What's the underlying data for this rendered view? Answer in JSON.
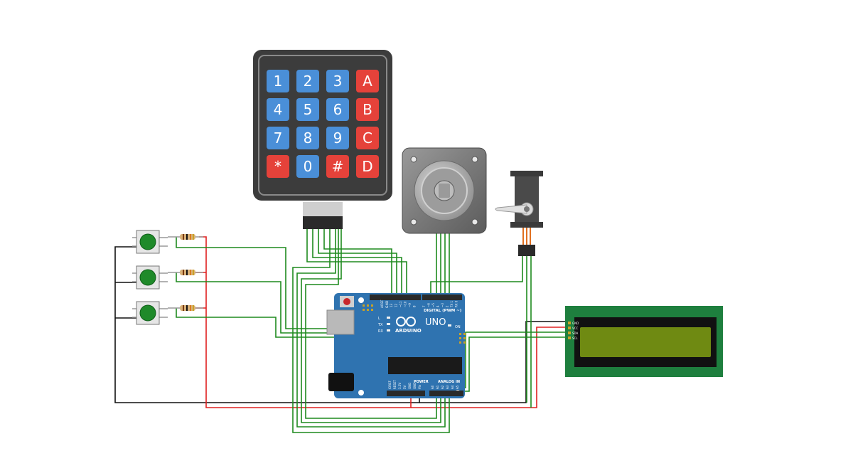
{
  "keypad": {
    "keys": [
      "1",
      "2",
      "3",
      "A",
      "4",
      "5",
      "6",
      "B",
      "7",
      "8",
      "9",
      "C",
      "*",
      "0",
      "#",
      "D"
    ],
    "blue": "#4a8fd8",
    "red": "#e5423a",
    "body": "#3c3c3c"
  },
  "arduino": {
    "model": "UNO",
    "brand": "ARDUINO",
    "digital_label": "DIGITAL (PWM ~)",
    "power_label": "POWER",
    "analog_label": "ANALOG IN",
    "led_labels": [
      "L",
      "TX",
      "RX"
    ],
    "on_label": "ON",
    "aref_label": "AREF",
    "gnd_label": "GND",
    "digital_pins": [
      "13",
      "12",
      "~11",
      "~10",
      "~9",
      "8",
      "7",
      "~6",
      "~5",
      "4",
      "~3",
      "2",
      "TX 1",
      "RX 0"
    ],
    "power_pins": [
      "IOREF",
      "RESET",
      "3.3V",
      "5V",
      "GND",
      "GND",
      "Vin"
    ],
    "analog_pins": [
      "A0",
      "A1",
      "A2",
      "A3",
      "A4",
      "A5"
    ],
    "board_color": "#2f73b0"
  },
  "lcd": {
    "pins": [
      "GND",
      "VCC",
      "SDA",
      "SCL"
    ],
    "board_color": "#1e7f3e",
    "screen_color": "#6f8a12"
  },
  "wires": {
    "signal": "#1e8a1e",
    "power": "#e02020",
    "ground": "#111111"
  }
}
